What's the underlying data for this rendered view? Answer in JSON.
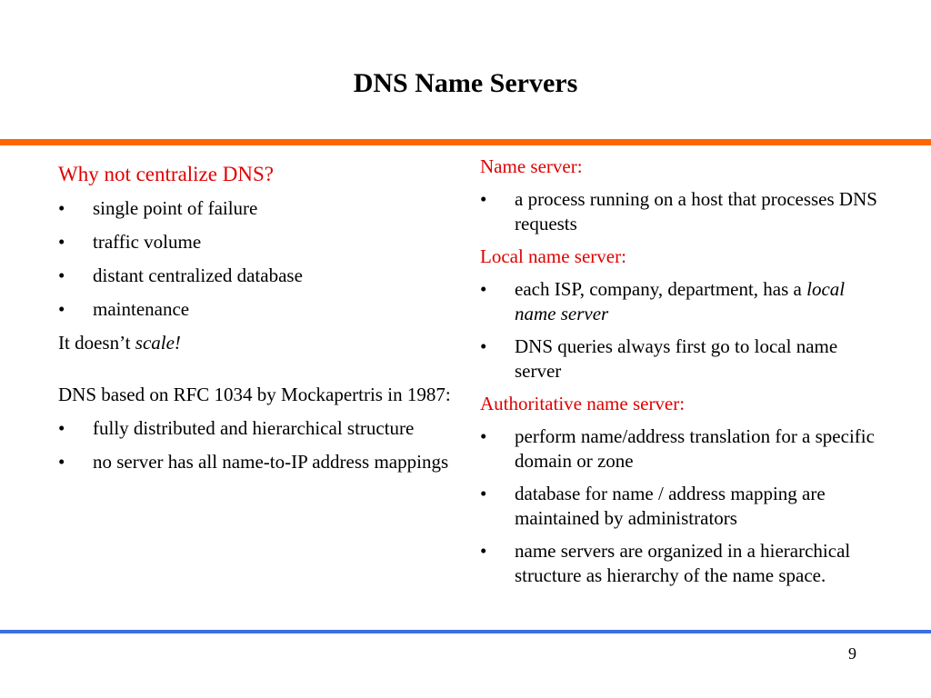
{
  "slide": {
    "title": "DNS Name Servers",
    "page_number": "9",
    "colors": {
      "heading": "#e00000",
      "top_rule": "#ff6600",
      "bottom_rule": "#3b6ee0"
    }
  },
  "left": {
    "heading": "Why not centralize DNS?",
    "bullets": [
      "single point of failure",
      "traffic volume",
      "distant centralized database",
      "maintenance"
    ],
    "scale_prefix": "It doesn’t ",
    "scale_word": "scale!",
    "rfc_text": "DNS based on RFC 1034 by Mockapertris in 1987:",
    "rfc_bullets": [
      "fully distributed and hierarchical structure",
      "no server has all name-to-IP address mappings"
    ]
  },
  "right": {
    "name_server": {
      "heading": "Name server:",
      "bullets": [
        "a process running on a host that processes DNS requests"
      ]
    },
    "local_name_server": {
      "heading": "Local name server:",
      "bullet1_text": "each ISP, company, department, has a ",
      "bullet1_italic": "local name server",
      "bullet2": "DNS queries always first go to local name server"
    },
    "authoritative_name_server": {
      "heading": "Authoritative name server:",
      "bullets": [
        "perform name/address translation for a specific domain or zone",
        "database for name / address mapping are maintained by administrators",
        "name servers are organized in a hierarchical structure as hierarchy of the name space."
      ]
    },
    "bullet_glyph": "•"
  }
}
